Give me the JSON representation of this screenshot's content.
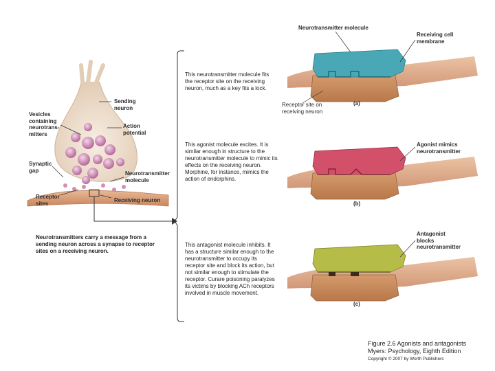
{
  "neuron": {
    "sending_neuron": "Sending\nneuron",
    "vesicles": "Vesicles\ncontaining\nneurotrans-\nmitters",
    "action_potential": "Action\npotential",
    "synaptic_gap": "Synaptic\ngap",
    "neurotransmitter_molecule": "Neurotransmitter\nmolecule",
    "receptor_sites": "Receptor\nsites",
    "receiving_neuron": "Receiving neuron",
    "caption": "Neurotransmitters carry a message from a sending neuron across a synapse to receptor sites on a receiving neuron."
  },
  "panels": [
    {
      "letter": "(a)",
      "description": "This neurotransmitter molecule fits the receptor site on the receiving neuron, much as a key fits a lock.",
      "top_label": "Neurotransmitter molecule",
      "right_label": "Receiving cell\nmembrane",
      "bottom_label": "Receptor site on\nreceiving neuron",
      "color": "#4aa7b5"
    },
    {
      "letter": "(b)",
      "description": "This agonist molecule excites. It is similar enough in structure to the neurotransmitter molecule to mimic its effects on the receiving neuron. Morphine, for instance, mimics the action of endorphins.",
      "right_label": "Agonist mimics\nneurotransmitter",
      "color": "#d2506a"
    },
    {
      "letter": "(c)",
      "description": "This antagonist molecule inhibits. It has a structure similar enough to the neurotransmitter to occupy its receptor site and block its action, but not similar enough to stimulate the receptor. Curare poisoning paralyzes its victims by blocking ACh receptors involved in muscle movement.",
      "right_label": "Antagonist\nblocks\nneurotransmitter",
      "color": "#b5bd48"
    }
  ],
  "figure": {
    "title": "Figure 2.6 Agonists and antagonists",
    "source": "Myers: Psychology, Eighth Edition",
    "copyright": "Copyright © 2007 by Worth Publishers"
  },
  "colors": {
    "receptor_block": "#c98a5a",
    "membrane": "#d9a27c",
    "neuron_body": "#efe2d2",
    "vesicle": "#c77aa6"
  }
}
